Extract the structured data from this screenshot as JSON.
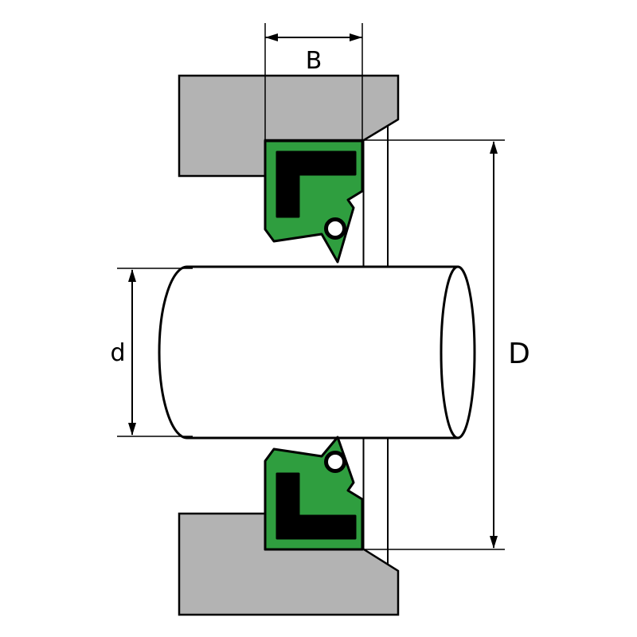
{
  "diagram": {
    "labels": {
      "seal_width": "B",
      "shaft_diameter": "d",
      "bore_diameter": "D"
    },
    "colors": {
      "housing": "#b3b3b3",
      "seal": "#2f9e3f",
      "insert": "#000000",
      "shaft": "#ffffff",
      "lines": "#000000",
      "background": "#ffffff"
    }
  }
}
